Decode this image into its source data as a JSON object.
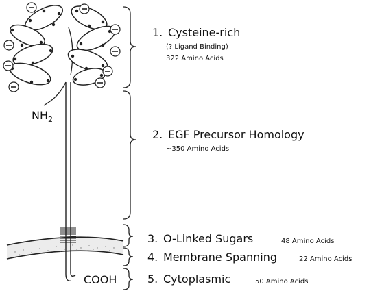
{
  "domains": [
    {
      "number": "1.",
      "name": "Cysteine-rich",
      "note": "(? Ligand Binding)",
      "length": "322 Amino Acids"
    },
    {
      "number": "2.",
      "name": "EGF Precursor Homology",
      "length": "~350 Amino Acids"
    },
    {
      "number": "3.",
      "name": "O-Linked Sugars",
      "length": "48 Amino Acids"
    },
    {
      "number": "4.",
      "name": "Membrane Spanning",
      "length": "22 Amino Acids"
    },
    {
      "number": "5.",
      "name": "Cytoplasmic",
      "length": "50 Amino Acids"
    }
  ],
  "termini": {
    "amino": "NH",
    "amino_subscript": "2",
    "carboxy": "COOH"
  },
  "charge_symbol": "−"
}
